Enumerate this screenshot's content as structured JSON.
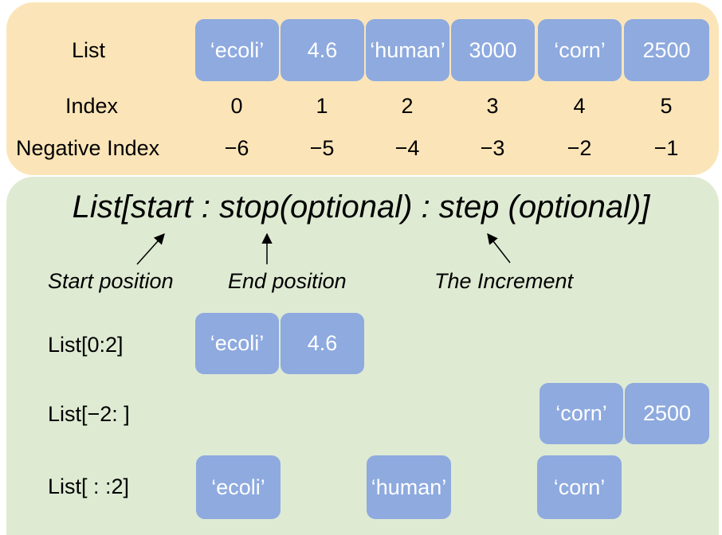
{
  "list_row": {
    "label": "List",
    "cells": [
      "‘ecoli’",
      "4.6",
      "‘human’",
      "3000",
      "‘corn’",
      "2500"
    ]
  },
  "index_row": {
    "label": "Index",
    "values": [
      "0",
      "1",
      "2",
      "3",
      "4",
      "5"
    ]
  },
  "negative_index_row": {
    "label": "Negative Index",
    "values": [
      "−6",
      "−5",
      "−4",
      "−3",
      "−2",
      "−1"
    ]
  },
  "syntax": {
    "formula": "List[start : stop(optional) : step (optional)]",
    "start_annotation": "Start position",
    "stop_annotation": "End position",
    "step_annotation": "The Increment"
  },
  "examples": [
    {
      "label": "List[0:2]",
      "cells": [
        "‘ecoli’",
        "4.6"
      ]
    },
    {
      "label": "List[−2: ]",
      "cells": [
        "‘corn’",
        "2500"
      ]
    },
    {
      "label": "List[ : :2]",
      "cells": [
        "‘ecoli’",
        "‘human’",
        "‘corn’"
      ]
    }
  ],
  "colors": {
    "top_panel": "#fbe5b8",
    "bottom_panel": "#dfead3",
    "cell_fill": "#8eaadf",
    "cell_text": "#ffffff"
  }
}
